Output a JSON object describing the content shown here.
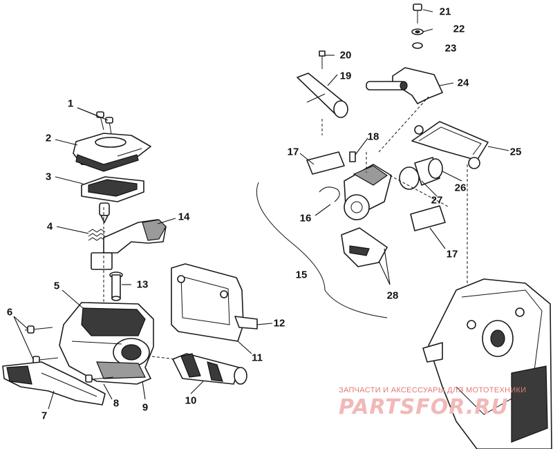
{
  "callouts": [
    {
      "id": "1",
      "text": "1"
    },
    {
      "id": "2",
      "text": "2"
    },
    {
      "id": "3",
      "text": "3"
    },
    {
      "id": "4",
      "text": "4"
    },
    {
      "id": "5",
      "text": "5"
    },
    {
      "id": "6",
      "text": "6"
    },
    {
      "id": "7",
      "text": "7"
    },
    {
      "id": "8",
      "text": "8"
    },
    {
      "id": "9",
      "text": "9"
    },
    {
      "id": "10",
      "text": "10"
    },
    {
      "id": "11",
      "text": "11"
    },
    {
      "id": "12",
      "text": "12"
    },
    {
      "id": "13",
      "text": "13"
    },
    {
      "id": "14",
      "text": "14"
    },
    {
      "id": "15",
      "text": "15"
    },
    {
      "id": "16",
      "text": "16"
    },
    {
      "id": "17a",
      "text": "17"
    },
    {
      "id": "17b",
      "text": "17"
    },
    {
      "id": "18",
      "text": "18"
    },
    {
      "id": "19",
      "text": "19"
    },
    {
      "id": "20",
      "text": "20"
    },
    {
      "id": "21",
      "text": "21"
    },
    {
      "id": "22",
      "text": "22"
    },
    {
      "id": "23",
      "text": "23"
    },
    {
      "id": "24",
      "text": "24"
    },
    {
      "id": "25",
      "text": "25"
    },
    {
      "id": "26",
      "text": "26"
    },
    {
      "id": "27",
      "text": "27"
    },
    {
      "id": "28",
      "text": "28"
    }
  ],
  "watermark": {
    "caption": "ЗАПЧАСТИ И АКСЕССУАРЫ ДЛЯ МОТОТЕХНИКИ",
    "logo": "PARTSFOR.RU",
    "color": "#e07878"
  }
}
